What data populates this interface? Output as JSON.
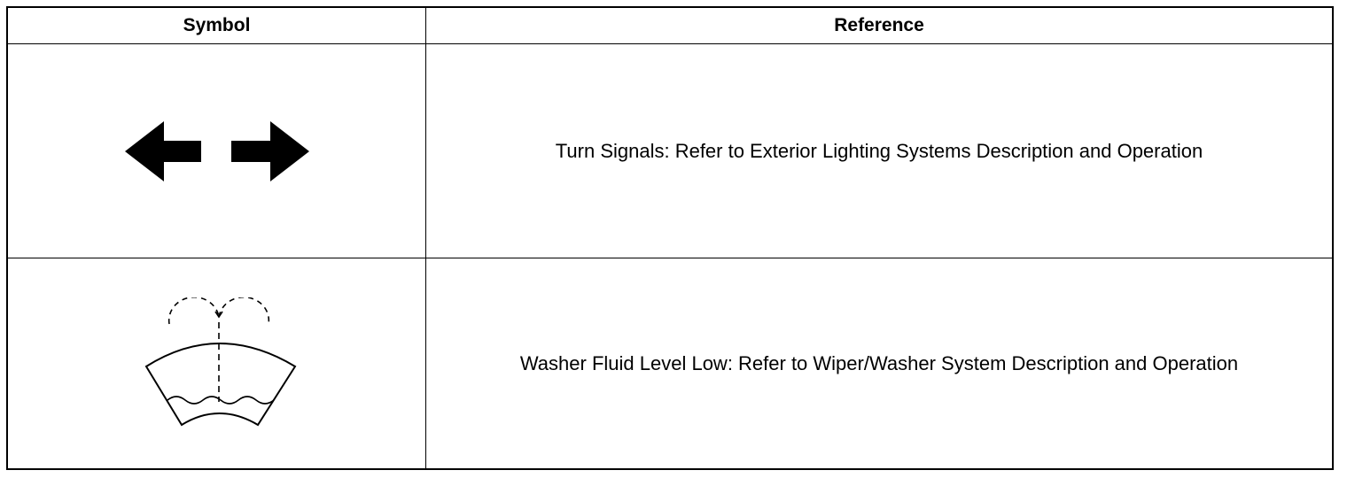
{
  "table": {
    "headers": {
      "symbol": "Symbol",
      "reference": "Reference"
    },
    "rows": [
      {
        "symbol_icon": "turn-signal-arrows-icon",
        "reference": "Turn Signals: Refer to Exterior Lighting Systems Description and Operation"
      },
      {
        "symbol_icon": "washer-fluid-icon",
        "reference": "Washer Fluid Level Low: Refer to Wiper/Washer System Description and Operation"
      }
    ]
  }
}
